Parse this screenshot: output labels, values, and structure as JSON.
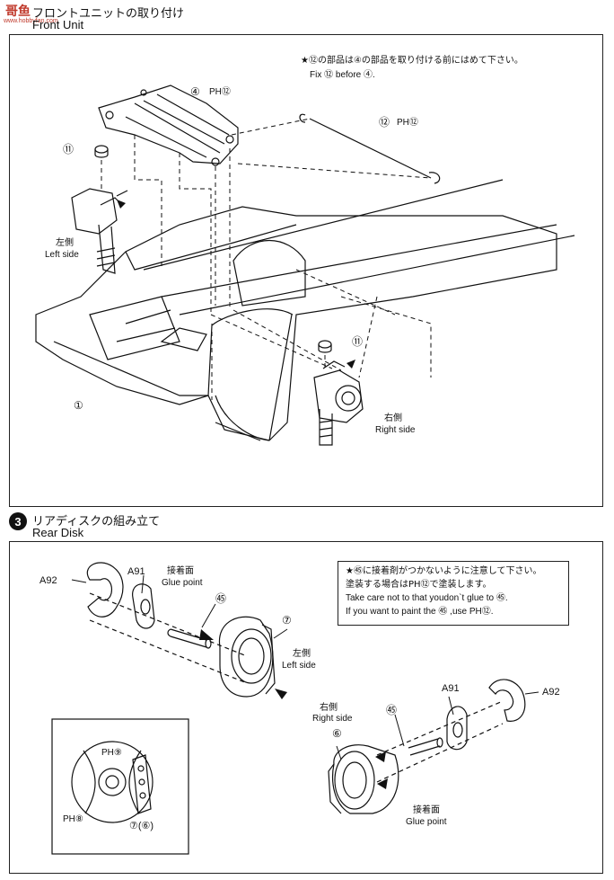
{
  "watermark": {
    "logo": "哥鱼",
    "site": "www.hobbyfan.com"
  },
  "top_section": {
    "title_jp": "フロントユニットの取り付け",
    "title_en": "Front Unit",
    "note_jp": "★⑫の部品は④の部品を取り付ける前にはめて下さい。",
    "note_en": "Fix ⑫ before ④.",
    "labels": {
      "part4": "④",
      "part4_paint": "PH⑫",
      "part12": "⑫",
      "part12_paint": "PH⑫",
      "part11_left": "⑪",
      "part11_right": "⑪",
      "part1": "①",
      "left_jp": "左側",
      "left_en": "Left side",
      "right_jp": "右側",
      "right_en": "Right side"
    }
  },
  "bottom_section": {
    "step_number": "3",
    "title_jp": "リアディスクの組み立て",
    "title_en": "Rear Disk",
    "note_lines": [
      "★㊺に接着剤がつかないように注意して下さい。",
      "塗装する場合はPH⑫で塗装します。",
      "Take care not to that youdon`t glue to ㊺.",
      "If you want to paint the ㊺ ,use PH⑫."
    ],
    "labels": {
      "a92_left": "A92",
      "a91_left": "A91",
      "glue_jp_top": "接着面",
      "glue_en_top": "Glue point",
      "part45_left": "㊺",
      "part7": "⑦",
      "left_jp": "左側",
      "left_en": "Left side",
      "right_jp": "右側",
      "right_en": "Right side",
      "part6": "⑥",
      "part45_right": "㊺",
      "a91_right": "A91",
      "a92_right": "A92",
      "glue_jp_bottom": "接着面",
      "glue_en_bottom": "Glue point",
      "inset_ph9": "PH⑨",
      "inset_ph8": "PH⑧",
      "inset_parts": "⑦(⑥)"
    }
  }
}
